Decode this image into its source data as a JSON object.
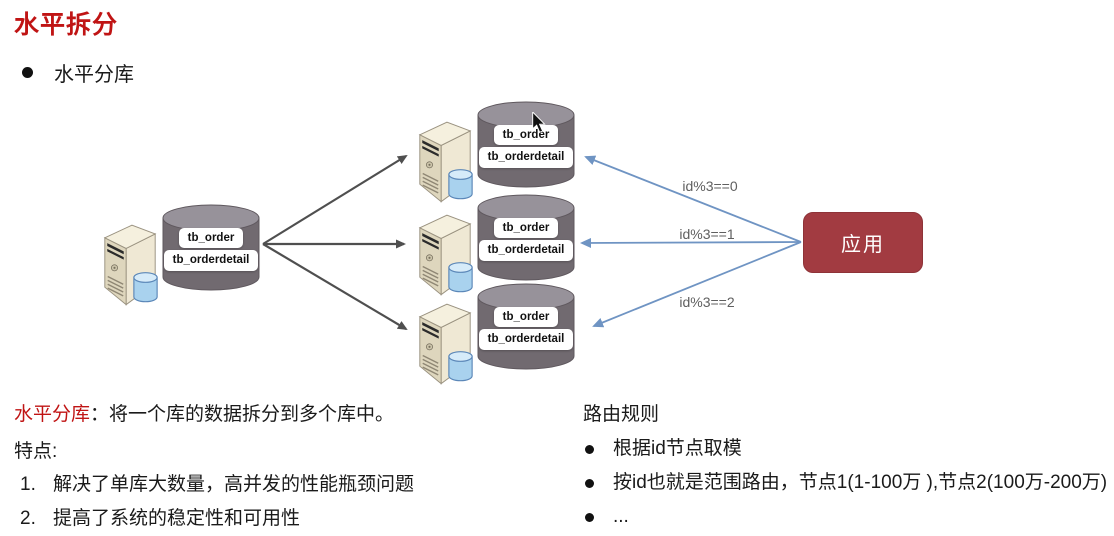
{
  "title": "水平拆分",
  "subtitle_bullet": "水平分库",
  "diagram": {
    "databases": [
      {
        "role": "source",
        "tables": [
          "tb_order",
          "tb_orderdetail"
        ]
      },
      {
        "role": "shard-0",
        "tables": [
          "tb_order",
          "tb_orderdetail"
        ]
      },
      {
        "role": "shard-1",
        "tables": [
          "tb_order",
          "tb_orderdetail"
        ]
      },
      {
        "role": "shard-2",
        "tables": [
          "tb_order",
          "tb_orderdetail"
        ]
      }
    ],
    "app_label": "应用",
    "route_labels": [
      "id%3==0",
      "id%3==1",
      "id%3==2"
    ]
  },
  "notes_left": {
    "term": "水平分库",
    "definition": "：将一个库的数据拆分到多个库中。",
    "features_heading": "特点:",
    "features": [
      {
        "num": "1.",
        "text": "解决了单库大数量，高并发的性能瓶颈问题"
      },
      {
        "num": "2.",
        "text": "提高了系统的稳定性和可用性"
      }
    ]
  },
  "notes_right": {
    "heading": "路由规则",
    "items": [
      "根据id节点取模",
      "按id也就是范围路由，节点1(1-100万 ),节点2(100万-200万)",
      "..."
    ]
  },
  "colors": {
    "title_red": "#c01414",
    "app_box_red": "#a23b41",
    "arrow_gray": "#4f4f4f",
    "arrow_blue": "#6f94c3",
    "cylinder_body": "#716a70",
    "cylinder_top": "#97929a",
    "route_label_gray": "#5f5f5f"
  }
}
